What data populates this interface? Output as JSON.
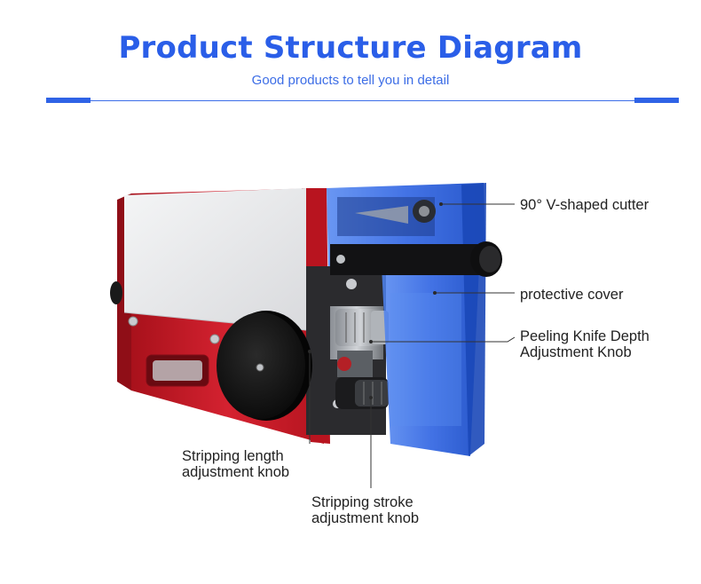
{
  "header": {
    "title": "Product Structure Diagram",
    "subtitle": "Good products to tell you in detail"
  },
  "labels": {
    "cutter": [
      "90° V-shaped cutter"
    ],
    "cover": [
      "protective cover"
    ],
    "depth_knob": [
      "Peeling Knife Depth",
      "Adjustment Knob"
    ],
    "length_knob": [
      "Stripping length",
      "adjustment knob"
    ],
    "stroke_knob": [
      "Stripping stroke",
      "adjustment knob"
    ]
  },
  "colors": {
    "accent": "#2a5ee8",
    "machine_red": "#cf1f2b",
    "cover_blue": "#2f64e0",
    "panel_gray": "#e9eaec",
    "knob_black": "#141414"
  }
}
